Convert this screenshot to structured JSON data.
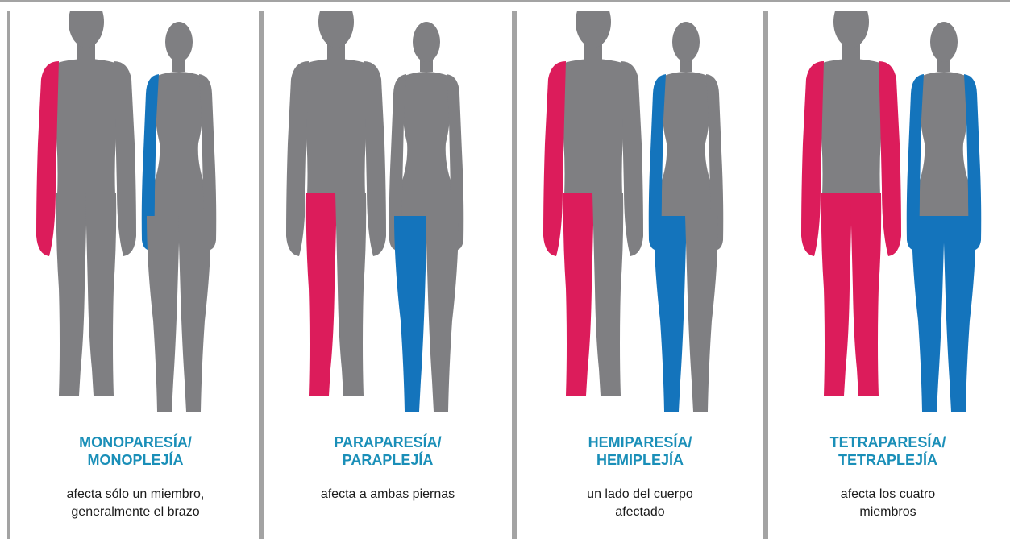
{
  "colors": {
    "body": "#7f7f82",
    "male_affected": "#dc1c5b",
    "female_affected": "#1474bc",
    "title": "#1a8fb8",
    "border": "#a3a3a3"
  },
  "panels": [
    {
      "id": "mono",
      "title_line1": "MONOPARESÍA/",
      "title_line2": "MONOPLEJÍA",
      "desc_line1": "afecta sólo un miembro,",
      "desc_line2": "generalmente el brazo",
      "affected": [
        "right-arm"
      ]
    },
    {
      "id": "para",
      "title_line1": "PARAPARESÍA/",
      "title_line2": "PARAPLEJÍA",
      "desc_line1": "afecta a ambas piernas",
      "desc_line2": "",
      "affected": [
        "right-leg"
      ]
    },
    {
      "id": "hemi",
      "title_line1": "HEMIPARESÍA/",
      "title_line2": "HEMIPLEJÍA",
      "desc_line1": "un lado del cuerpo",
      "desc_line2": "afectado",
      "affected": [
        "right-arm",
        "right-leg"
      ]
    },
    {
      "id": "tetra",
      "title_line1": "TETRAPARESÍA/",
      "title_line2": "TETRAPLEJÍA",
      "desc_line1": "afecta los cuatro",
      "desc_line2": "miembros",
      "affected": [
        "right-arm",
        "left-arm",
        "right-leg",
        "left-leg"
      ]
    }
  ]
}
